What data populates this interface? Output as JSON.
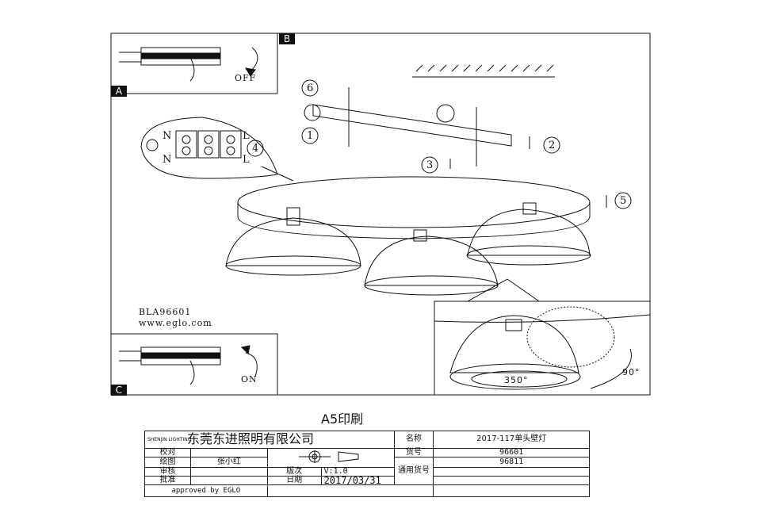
{
  "panels": {
    "a_label": "A",
    "b_label": "B",
    "c_label": "C",
    "off_label": "OFF",
    "on_label": "ON"
  },
  "terminal": {
    "n_top": "N",
    "n_bottom": "N",
    "l_top": "L",
    "l_bottom": "L"
  },
  "steps": [
    "1",
    "2",
    "3",
    "4",
    "5",
    "6"
  ],
  "model": "BLA96601",
  "website": "www.eglo.com",
  "detail": {
    "rotation": "350°",
    "tilt": "90°"
  },
  "print_label": "A5印刷",
  "title_block": {
    "company": "东莞东进照明有限公司",
    "logo_text": "SHENJIN LIGHTING",
    "name_label": "名称",
    "name_value": "2017-117单头壁灯",
    "model_label": "货号",
    "model_value": "96601",
    "applicable_label": "通用货号",
    "applicable_value": "96811",
    "check_label": "校对",
    "draw_label": "绘图",
    "drawer": "张小红",
    "review_label": "审核",
    "approve_label": "批准",
    "version_label": "版次",
    "version_value": "V:1.0",
    "date_label": "日期",
    "date_value": "2017/03/31",
    "approved_by": "approved by EGLO"
  }
}
